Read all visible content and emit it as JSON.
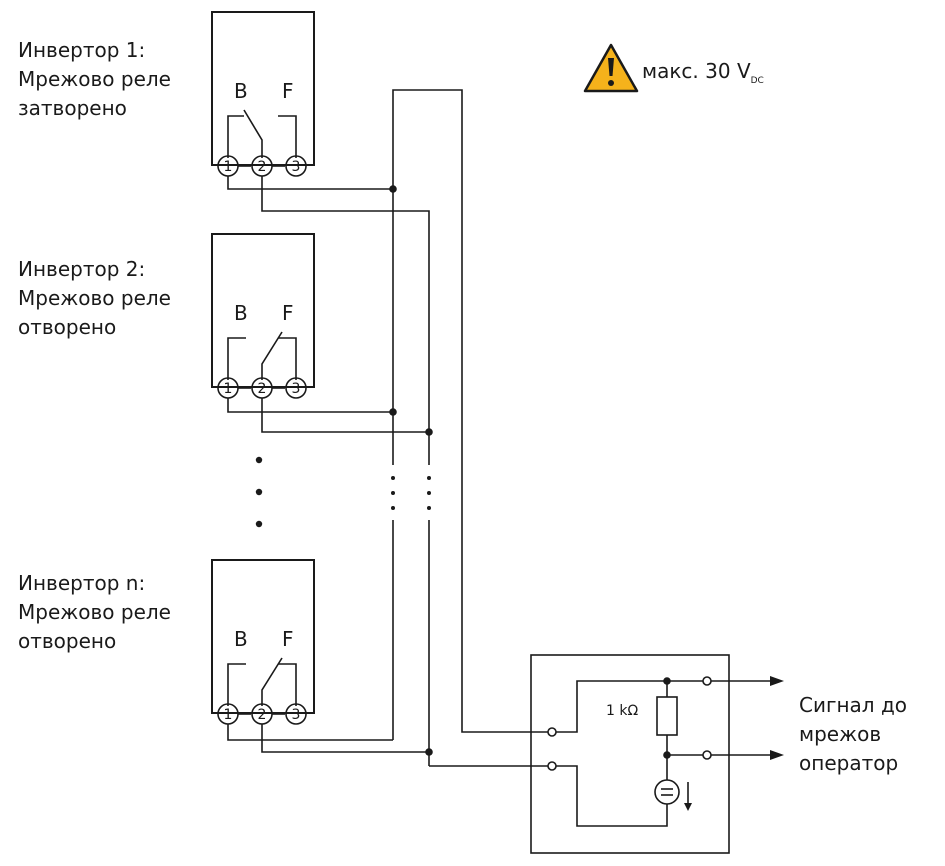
{
  "warning": {
    "text": "макс. 30 V",
    "subscript": "DC",
    "icon": "warning-triangle-icon",
    "color": "#f5b21b"
  },
  "inverters": [
    {
      "label_lines": [
        "Инвертор 1:",
        "Мрежово реле",
        "затворено"
      ],
      "state": "closed"
    },
    {
      "label_lines": [
        "Инвертор 2:",
        "Мрежово реле",
        "отворено"
      ],
      "state": "open"
    },
    {
      "label_lines": [
        "Инвертор n:",
        "Мрежово реле",
        "отворено"
      ],
      "state": "open"
    }
  ],
  "relay": {
    "label_b": "B",
    "label_f": "F",
    "terminals": [
      "1",
      "2",
      "3"
    ]
  },
  "resistor": {
    "label": "1 kΩ"
  },
  "output_label_lines": [
    "Сигнал до",
    "мрежов",
    "оператор"
  ]
}
